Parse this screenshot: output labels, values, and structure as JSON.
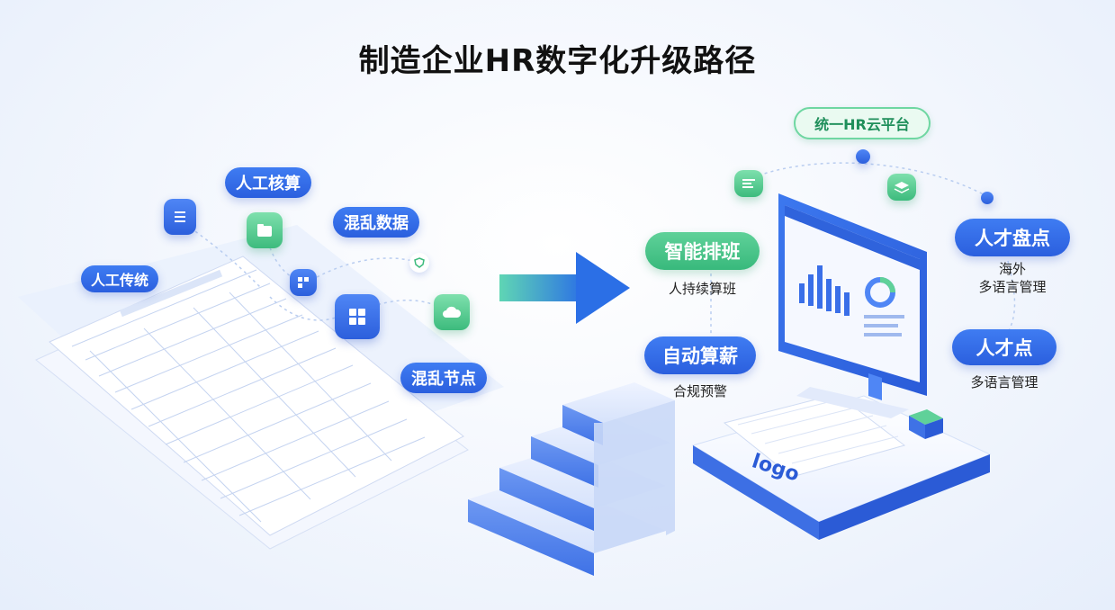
{
  "title": "制造企业HR数字化升级路径",
  "left": {
    "labels": {
      "traditional": "人工传统",
      "manual_calc": "人工核算",
      "messy_data": "混乱数据",
      "messy_nodes": "混乱节点"
    }
  },
  "right": {
    "platform": "统一HR云平台",
    "smart_schedule": "智能排班",
    "smart_schedule_sub": "人持续算班",
    "auto_payroll": "自动算薪",
    "auto_payroll_sub": "合规预警",
    "talent_inventory": "人才盘点",
    "talent_inventory_sub1": "海外",
    "talent_inventory_sub2": "多语言管理",
    "talent_point": "人才点",
    "talent_point_sub": "多语言管理",
    "logo": "logo"
  },
  "colors": {
    "blue": "#2b5fde",
    "green": "#3dbb7d",
    "arrow_start": "#5fd6b4",
    "arrow_end": "#2b6fe6"
  }
}
